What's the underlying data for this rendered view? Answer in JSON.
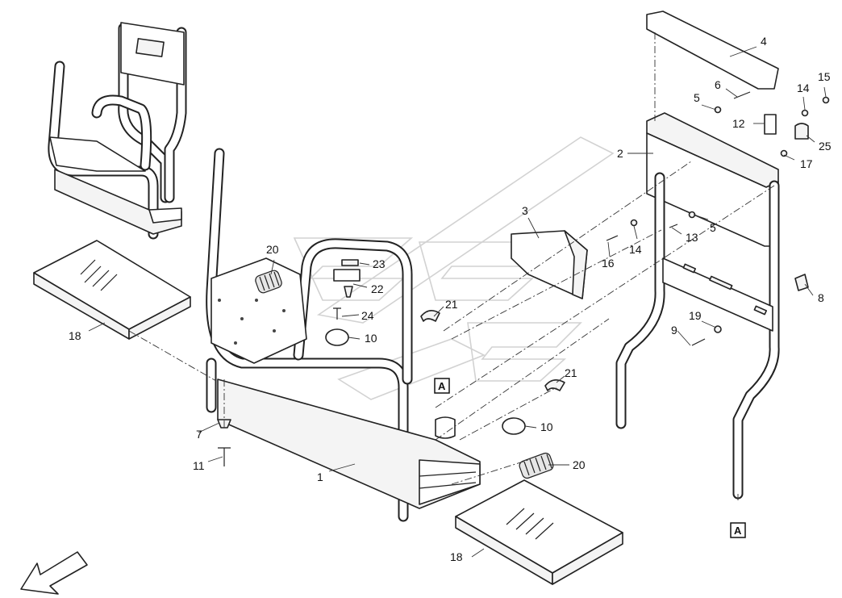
{
  "callouts": [
    {
      "id": "c1",
      "text": "1"
    },
    {
      "id": "c2",
      "text": "2"
    },
    {
      "id": "c3",
      "text": "3"
    },
    {
      "id": "c4",
      "text": "4"
    },
    {
      "id": "c5a",
      "text": "5"
    },
    {
      "id": "c5b",
      "text": "5"
    },
    {
      "id": "c6",
      "text": "6"
    },
    {
      "id": "c7",
      "text": "7"
    },
    {
      "id": "c8",
      "text": "8"
    },
    {
      "id": "c9",
      "text": "9"
    },
    {
      "id": "c10a",
      "text": "10"
    },
    {
      "id": "c10b",
      "text": "10"
    },
    {
      "id": "c11",
      "text": "11"
    },
    {
      "id": "c12",
      "text": "12"
    },
    {
      "id": "c13",
      "text": "13"
    },
    {
      "id": "c14a",
      "text": "14"
    },
    {
      "id": "c14b",
      "text": "14"
    },
    {
      "id": "c15",
      "text": "15"
    },
    {
      "id": "c16",
      "text": "16"
    },
    {
      "id": "c17",
      "text": "17"
    },
    {
      "id": "c18a",
      "text": "18"
    },
    {
      "id": "c18b",
      "text": "18"
    },
    {
      "id": "c19",
      "text": "19"
    },
    {
      "id": "c20a",
      "text": "20"
    },
    {
      "id": "c20b",
      "text": "20"
    },
    {
      "id": "c21a",
      "text": "21"
    },
    {
      "id": "c21b",
      "text": "21"
    },
    {
      "id": "c22",
      "text": "22"
    },
    {
      "id": "c23",
      "text": "23"
    },
    {
      "id": "c24",
      "text": "24"
    },
    {
      "id": "c25",
      "text": "25"
    }
  ],
  "references": [
    {
      "id": "refA1",
      "text": "A"
    },
    {
      "id": "refA2",
      "text": "A"
    }
  ],
  "colors": {
    "line": "#222222",
    "watermark": "#d2d2d2",
    "background": "#ffffff"
  },
  "icons": {
    "orientation": "orientation-arrow-icon",
    "springs": "spring-icon"
  }
}
